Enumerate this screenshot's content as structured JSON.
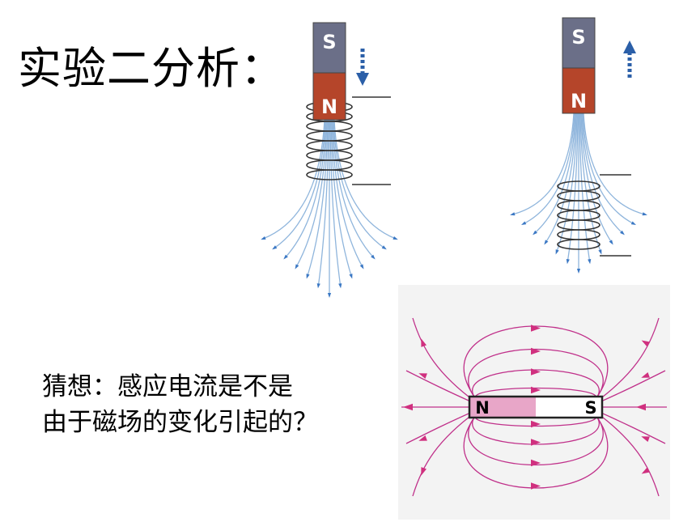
{
  "slide": {
    "title": "实验二分析：",
    "question_line1": "猜想：感应电流是不是",
    "question_line2": "由于磁场的变化引起的？"
  },
  "figure_left": {
    "magnet_top_label": "S",
    "magnet_bottom_label": "N",
    "arrow_direction": "down",
    "coil_position": "around-magnet"
  },
  "figure_right": {
    "magnet_top_label": "S",
    "magnet_bottom_label": "N",
    "arrow_direction": "up",
    "coil_position": "below-magnet"
  },
  "figure_field": {
    "north_label": "N",
    "south_label": "S"
  },
  "colors": {
    "magnet_s": "#6b6f88",
    "magnet_n": "#b5452a",
    "field_lines_blue": "#8fb5dc",
    "arrow_blue": "#2b5fa8",
    "field_lines_magenta": "#c0308a",
    "panel_bg": "#f3f3f3",
    "n_pole_fill": "#e8a6c8"
  }
}
